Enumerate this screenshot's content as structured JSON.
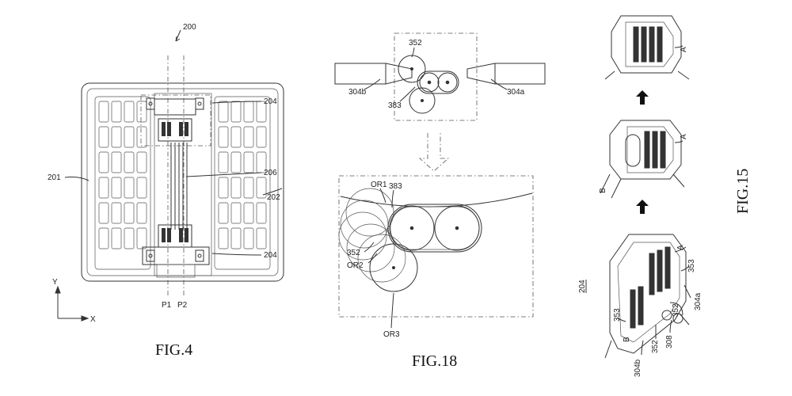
{
  "fig4": {
    "caption": "FIG.4",
    "ref_200": "200",
    "ref_201": "201",
    "ref_202": "202",
    "ref_204_top": "204",
    "ref_204_bottom": "204",
    "ref_206": "206",
    "ref_p1": "P1",
    "ref_p2": "P2",
    "axis_y": "Y",
    "axis_x": "X"
  },
  "fig18": {
    "caption": "FIG.18",
    "ref_352_top": "352",
    "ref_304b": "304b",
    "ref_304a": "304a",
    "ref_383_top": "383",
    "ref_or1": "OR1",
    "ref_383_bottom": "383",
    "ref_352_bottom": "352",
    "ref_or2": "OR2",
    "ref_or3": "OR3"
  },
  "fig15": {
    "caption": "FIG.15",
    "ref_a_top": "A",
    "ref_a_mid": "A",
    "ref_b_mid": "B",
    "ref_a_bottom": "A",
    "ref_353_right": "353",
    "ref_304a": "304a",
    "ref_352_right": "352",
    "ref_308": "308",
    "ref_352_bottom": "352",
    "ref_304b": "304b",
    "ref_b_bottom": "B",
    "ref_353_left": "353",
    "ref_204": "204"
  }
}
